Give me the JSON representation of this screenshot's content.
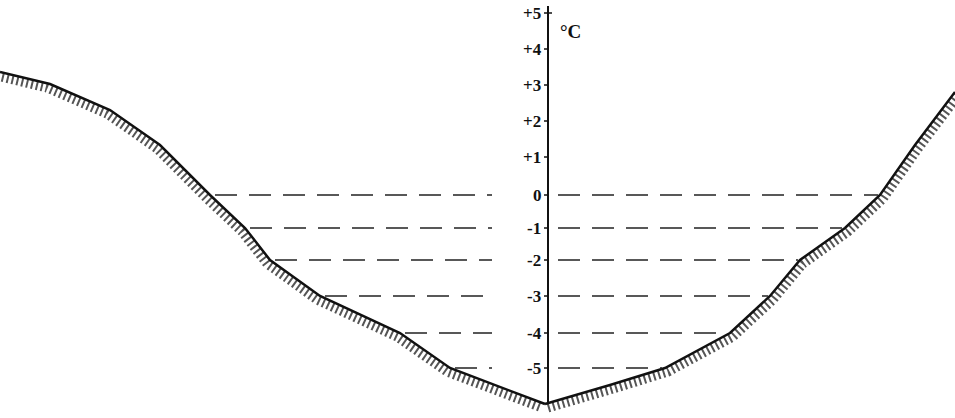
{
  "diagram": {
    "labels": [
      "+5",
      "°C",
      "+4",
      "+3",
      "+2",
      "+1",
      "0",
      "-1",
      "-2",
      "-3",
      "-4",
      "-5"
    ]
  }
}
